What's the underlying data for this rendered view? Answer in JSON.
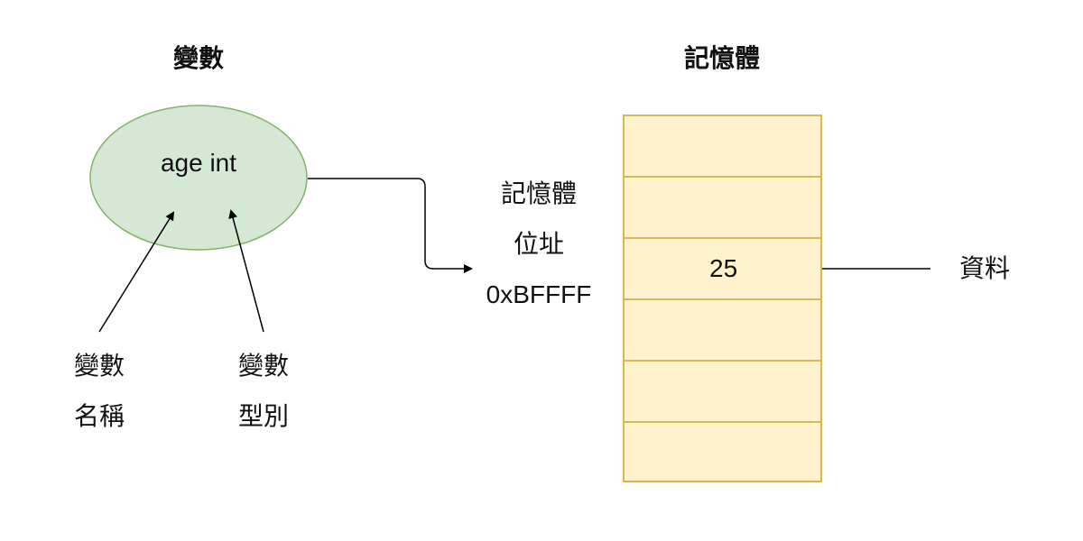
{
  "headings": {
    "variable": "變數",
    "memory": "記憶體"
  },
  "variable": {
    "content": "age int",
    "fill_color": "#d5e8d4",
    "stroke_color": "#82b366"
  },
  "annotations": {
    "variable_name_line1": "變數",
    "variable_name_line2": "名稱",
    "variable_type_line1": "變數",
    "variable_type_line2": "型別",
    "address_line1": "記憶體",
    "address_line2": "位址",
    "address_value": "0xBFFFF",
    "data_label": "資料"
  },
  "memory": {
    "fill_color": "#fff2cc",
    "stroke_color": "#d6b656",
    "cells": [
      "",
      "",
      "25",
      "",
      "",
      ""
    ]
  }
}
